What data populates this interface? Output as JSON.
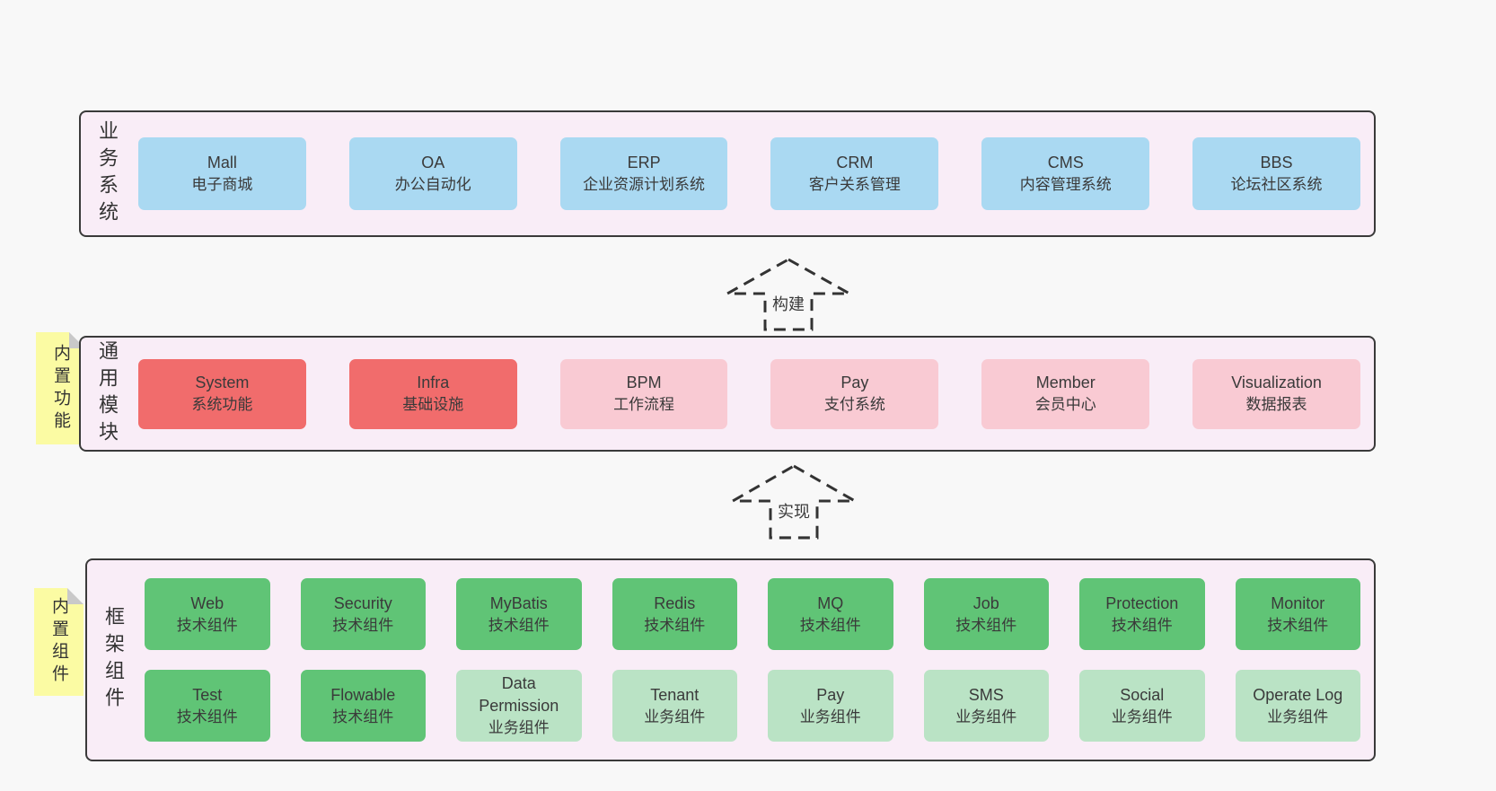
{
  "colors": {
    "page_bg": "#f8f8f8",
    "band_bg": "#f9edf7",
    "band_border": "#3a3a3a",
    "box_blue": "#aad9f2",
    "box_red": "#f16c6c",
    "box_pink": "#f9cad3",
    "box_green": "#60c476",
    "box_green_light": "#bae3c5",
    "note_yellow": "#fbfba3",
    "note_fold": "#c9c9c9",
    "text": "#3a3a3a"
  },
  "arrows": [
    {
      "label": "构建"
    },
    {
      "label": "实现"
    }
  ],
  "bands": [
    {
      "id": "business",
      "side_label": "业务系统",
      "note": null,
      "rows": [
        [
          {
            "title": "Mall",
            "subtitle": "电子商城",
            "variant": "blue"
          },
          {
            "title": "OA",
            "subtitle": "办公自动化",
            "variant": "blue"
          },
          {
            "title": "ERP",
            "subtitle": "企业资源计划系统",
            "variant": "blue"
          },
          {
            "title": "CRM",
            "subtitle": "客户关系管理",
            "variant": "blue"
          },
          {
            "title": "CMS",
            "subtitle": "内容管理系统",
            "variant": "blue"
          },
          {
            "title": "BBS",
            "subtitle": "论坛社区系统",
            "variant": "blue"
          }
        ]
      ]
    },
    {
      "id": "modules",
      "side_label": "通用模块",
      "note": "内置功能",
      "rows": [
        [
          {
            "title": "System",
            "subtitle": "系统功能",
            "variant": "red"
          },
          {
            "title": "Infra",
            "subtitle": "基础设施",
            "variant": "red"
          },
          {
            "title": "BPM",
            "subtitle": "工作流程",
            "variant": "pink"
          },
          {
            "title": "Pay",
            "subtitle": "支付系统",
            "variant": "pink"
          },
          {
            "title": "Member",
            "subtitle": "会员中心",
            "variant": "pink"
          },
          {
            "title": "Visualization",
            "subtitle": "数据报表",
            "variant": "pink"
          }
        ]
      ]
    },
    {
      "id": "framework",
      "side_label": "框架组件",
      "note": "内置组件",
      "rows": [
        [
          {
            "title": "Web",
            "subtitle": "技术组件",
            "variant": "green"
          },
          {
            "title": "Security",
            "subtitle": "技术组件",
            "variant": "green"
          },
          {
            "title": "MyBatis",
            "subtitle": "技术组件",
            "variant": "green"
          },
          {
            "title": "Redis",
            "subtitle": "技术组件",
            "variant": "green"
          },
          {
            "title": "MQ",
            "subtitle": "技术组件",
            "variant": "green"
          },
          {
            "title": "Job",
            "subtitle": "技术组件",
            "variant": "green"
          },
          {
            "title": "Protection",
            "subtitle": "技术组件",
            "variant": "green"
          },
          {
            "title": "Monitor",
            "subtitle": "技术组件",
            "variant": "green"
          }
        ],
        [
          {
            "title": "Test",
            "subtitle": "技术组件",
            "variant": "green"
          },
          {
            "title": "Flowable",
            "subtitle": "技术组件",
            "variant": "green"
          },
          {
            "title": "Data Permission",
            "subtitle": "业务组件",
            "variant": "green-light"
          },
          {
            "title": "Tenant",
            "subtitle": "业务组件",
            "variant": "green-light"
          },
          {
            "title": "Pay",
            "subtitle": "业务组件",
            "variant": "green-light"
          },
          {
            "title": "SMS",
            "subtitle": "业务组件",
            "variant": "green-light"
          },
          {
            "title": "Social",
            "subtitle": "业务组件",
            "variant": "green-light"
          },
          {
            "title": "Operate Log",
            "subtitle": "业务组件",
            "variant": "green-light"
          }
        ]
      ]
    }
  ]
}
